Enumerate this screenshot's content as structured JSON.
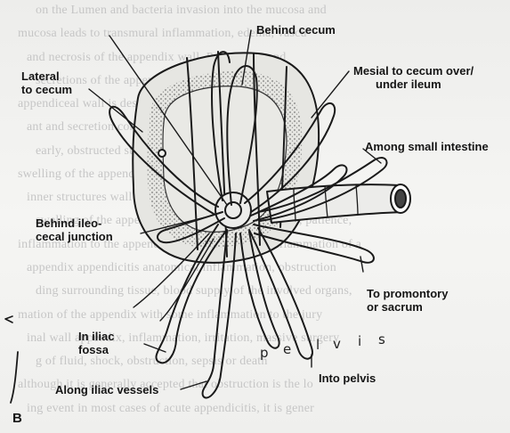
{
  "figure": {
    "panel_letter": "B",
    "labels": {
      "behind_cecum": "Behind cecum",
      "lateral_to_cecum": [
        "Lateral",
        "to cecum"
      ],
      "mesial_to_cecum": [
        "Mesial to cecum over/",
        "under ileum"
      ],
      "among_small_intestine": "Among small intestine",
      "behind_ileocecal_junction": [
        "Behind ileo-",
        "cecal junction"
      ],
      "to_promontory": [
        "To promontory",
        "or sacrum"
      ],
      "in_iliac_fossa": [
        "In iliac",
        "fossa"
      ],
      "along_iliac_vessels": "Along iliac vessels",
      "into_pelvis": "Into pelvis"
    },
    "pelvis_letters": [
      "p",
      "e",
      "l",
      "v",
      "i",
      "s"
    ],
    "bleed_through_lines": [
      "on the Lumen and bacteria invasion into the mucosa and",
      "mucosa leads to transmural inflammation, edema, vascu",
      "and necrosis of the appendix wall. Perforation and",
      "secretions of the appendix within the lumen, the",
      "appendiceal wall is destroyed by the mucosa",
      "ant and secretion continue, and the lumen and vessel",
      "early, obstructed sub of tissue occurs rapidly, the",
      "swelling of the appendix wall, the inflammation from",
      "inner structures wall to the appendix wall obstruction",
      "swelling of the appendix to the parietal peritoneum, patience,",
      "inflammation to the appendix, and abdominal to inflammation of a",
      "appendix appendicitis anatomical inflammation, obstruction",
      "ding surrounding tissue, blood supply of the involved organs,",
      "mation of the appendix with some inflammation to the jury",
      "inal wall appendix, inflammation, irritation, massive surgery",
      "g of fluid, shock, obstruction, sepsis or death",
      "although it is generally accepted that obstruction is the lo",
      "ing event in most cases of acute appendicitis, it is gener"
    ]
  }
}
